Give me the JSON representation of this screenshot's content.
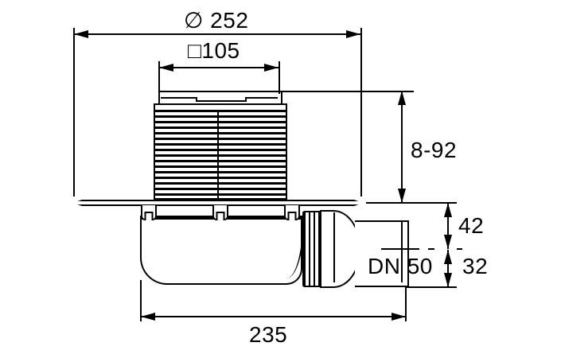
{
  "drawing": {
    "labels": {
      "diameter": "∅ 252",
      "square": "□105",
      "height_range": "8-92",
      "dim_42": "42",
      "dn": "DN 50",
      "dim_32": "32",
      "width_235": "235"
    },
    "colors": {
      "line": "#000000",
      "background": "#ffffff"
    }
  }
}
